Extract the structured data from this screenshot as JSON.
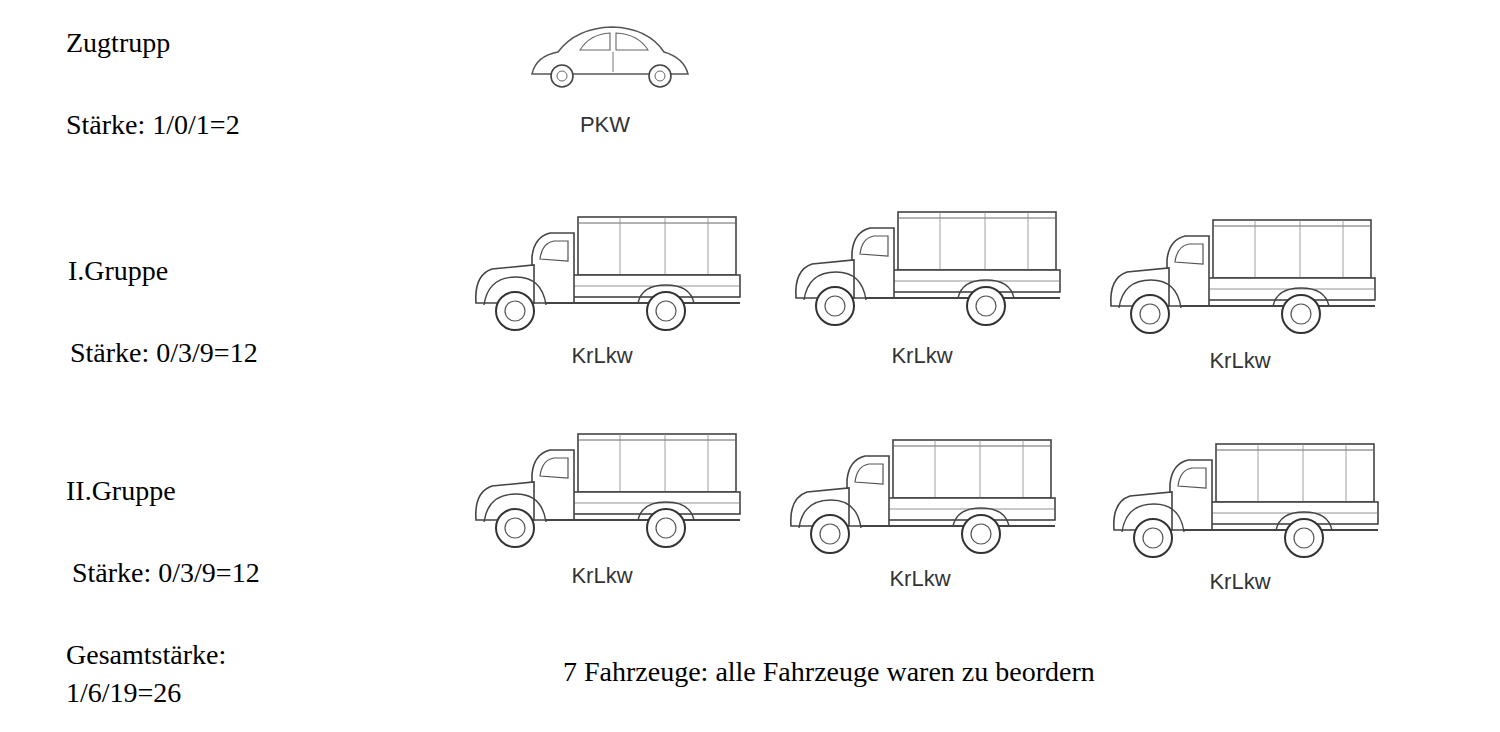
{
  "diagram": {
    "labels": [
      "Zugtrupp",
      "Stärke: 1/0/1=2",
      "PKW",
      "I.Gruppe",
      "Stärke: 0/3/9=12",
      "KrLkw",
      "KrLkw",
      "KrLkw",
      "II.Gruppe",
      "Stärke: 0/3/9=12",
      "KrLkw",
      "KrLkw",
      "KrLkw",
      "Gesamtstärke: 1/6/19=26",
      "7 Fahrzeuge: alle Fahrzeuge waren zu beordern"
    ]
  }
}
